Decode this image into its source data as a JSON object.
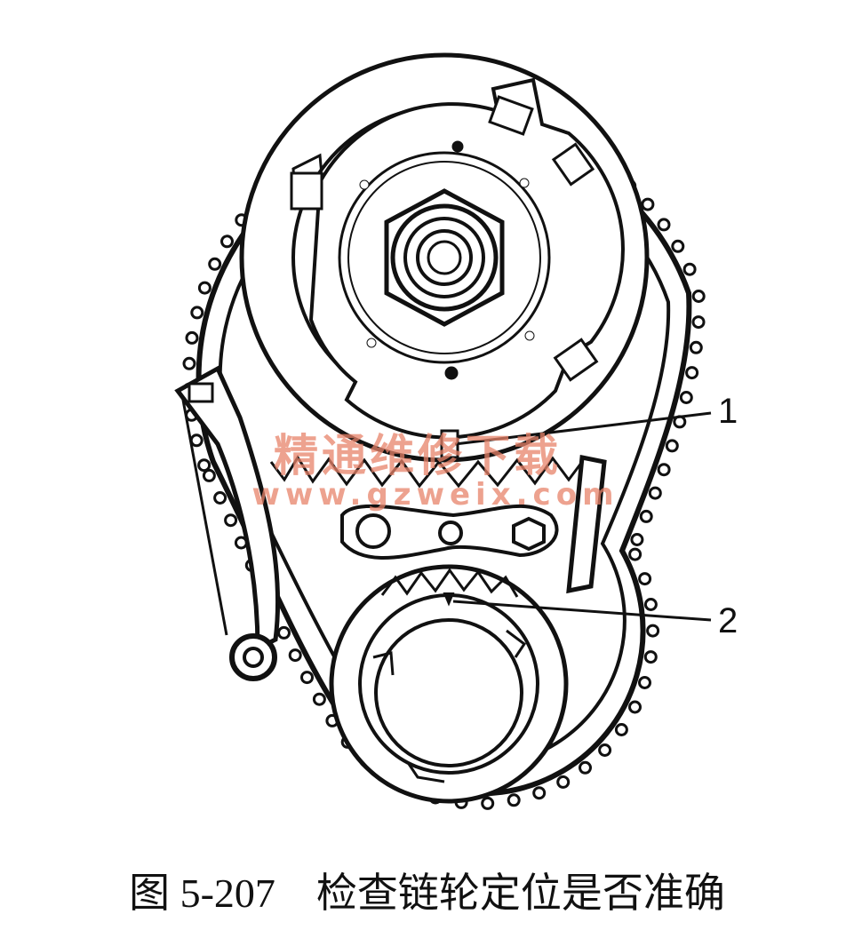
{
  "figure": {
    "callouts": [
      {
        "label": "1",
        "target": "camshaft sprocket timing mark"
      },
      {
        "label": "2",
        "target": "crankshaft sprocket timing mark"
      }
    ],
    "watermark": {
      "text": "精通维修下载",
      "url": "www.gzweix.com",
      "color": "#e8836a"
    }
  },
  "caption": {
    "number": "图 5-207",
    "title": "检查链轮定位是否准确"
  }
}
